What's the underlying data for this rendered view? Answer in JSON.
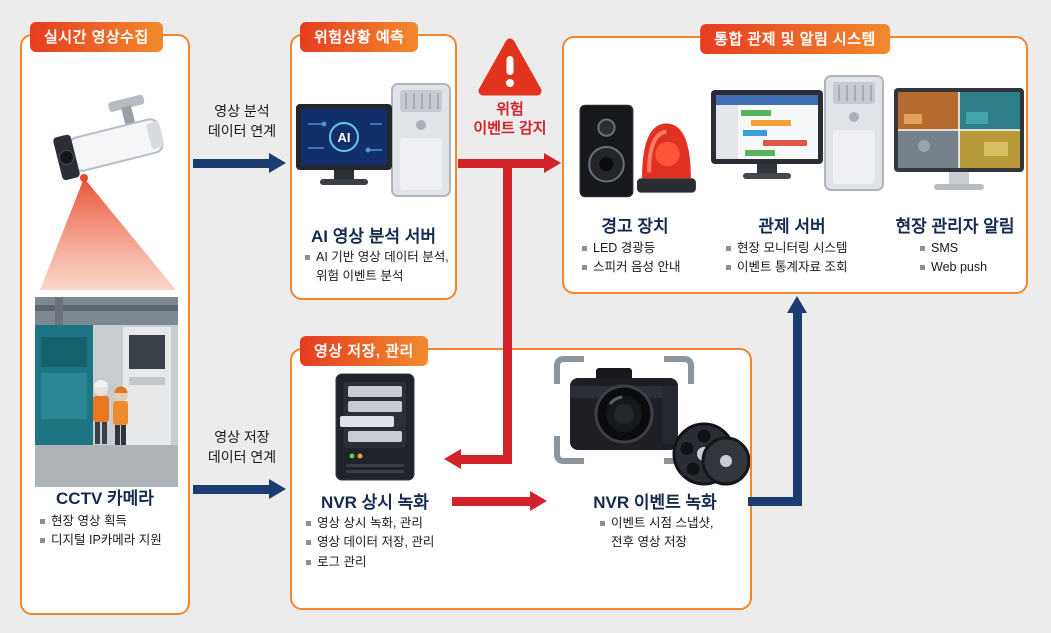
{
  "colors": {
    "bg": "#ececec",
    "accent": "#f0862e",
    "badge-from": "#e63c20",
    "badge-to": "#f28a2e",
    "navy": "#16294e",
    "arrow-blue": "#1c3d72",
    "arrow-red": "#d2232a"
  },
  "collect": {
    "badge": "실시간 영상수집",
    "title": "CCTV 카메라",
    "bullets": [
      "현장 영상 획득",
      "디지털 IP카메라 지원"
    ]
  },
  "links": {
    "analysis": {
      "line1": "영상 분석",
      "line2": "데이터 연계"
    },
    "storage": {
      "line1": "영상 저장",
      "line2": "데이터 연계"
    }
  },
  "predict": {
    "badge": "위험상황 예측",
    "title": "AI 영상 분석 서버",
    "bullets": [
      "AI 기반 영상 데이터 분석,",
      "위험 이벤트 분석"
    ]
  },
  "danger": {
    "line1": "위험",
    "line2": "이벤트 감지"
  },
  "control": {
    "badge": "통합 관제 및 알림 시스템",
    "alert": {
      "title": "경고 장치",
      "bullets": [
        "LED 경광등",
        "스피커 음성 안내"
      ]
    },
    "server": {
      "title": "관제 서버",
      "bullets": [
        "현장 모니터링 시스템",
        "이벤트 통계자료 조회"
      ]
    },
    "notify": {
      "title": "현장 관리자 알림",
      "bullets": [
        "SMS",
        "Web push"
      ]
    }
  },
  "storage": {
    "badge": "영상 저장, 관리",
    "nvr": {
      "title": "NVR 상시 녹화",
      "bullets": [
        "영상 상시 녹화, 관리",
        "영상 데이터 저장, 관리",
        "로그 관리"
      ]
    },
    "event": {
      "title": "NVR 이벤트 녹화",
      "bullets": [
        "이벤트 시점 스냅샷,",
        "전후 영상 저장"
      ]
    }
  }
}
